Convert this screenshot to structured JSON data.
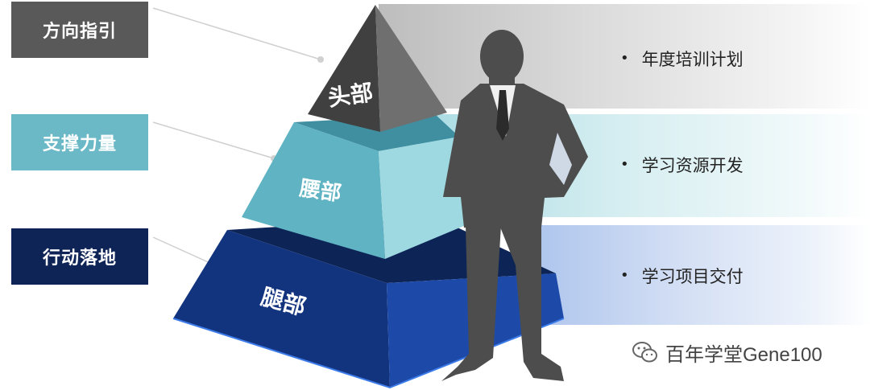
{
  "left_labels": [
    {
      "text": "方向指引",
      "color": "#595959"
    },
    {
      "text": "支撑力量",
      "color": "#6bb8c6"
    },
    {
      "text": "行动落地",
      "color": "#0f2456"
    }
  ],
  "pyramid_tiers": [
    {
      "label": "头部",
      "color": "#404040"
    },
    {
      "label": "腰部",
      "color": "#5fb3c2"
    },
    {
      "label": "腿部",
      "color": "#12347f"
    }
  ],
  "bullets": [
    {
      "dot": "•",
      "text": "年度培训计划"
    },
    {
      "dot": "•",
      "text": "学习资源开发"
    },
    {
      "dot": "•",
      "text": "学习项目交付"
    }
  ],
  "watermark": {
    "text": "百年学堂Gene100",
    "icon": "wechat-icon"
  }
}
